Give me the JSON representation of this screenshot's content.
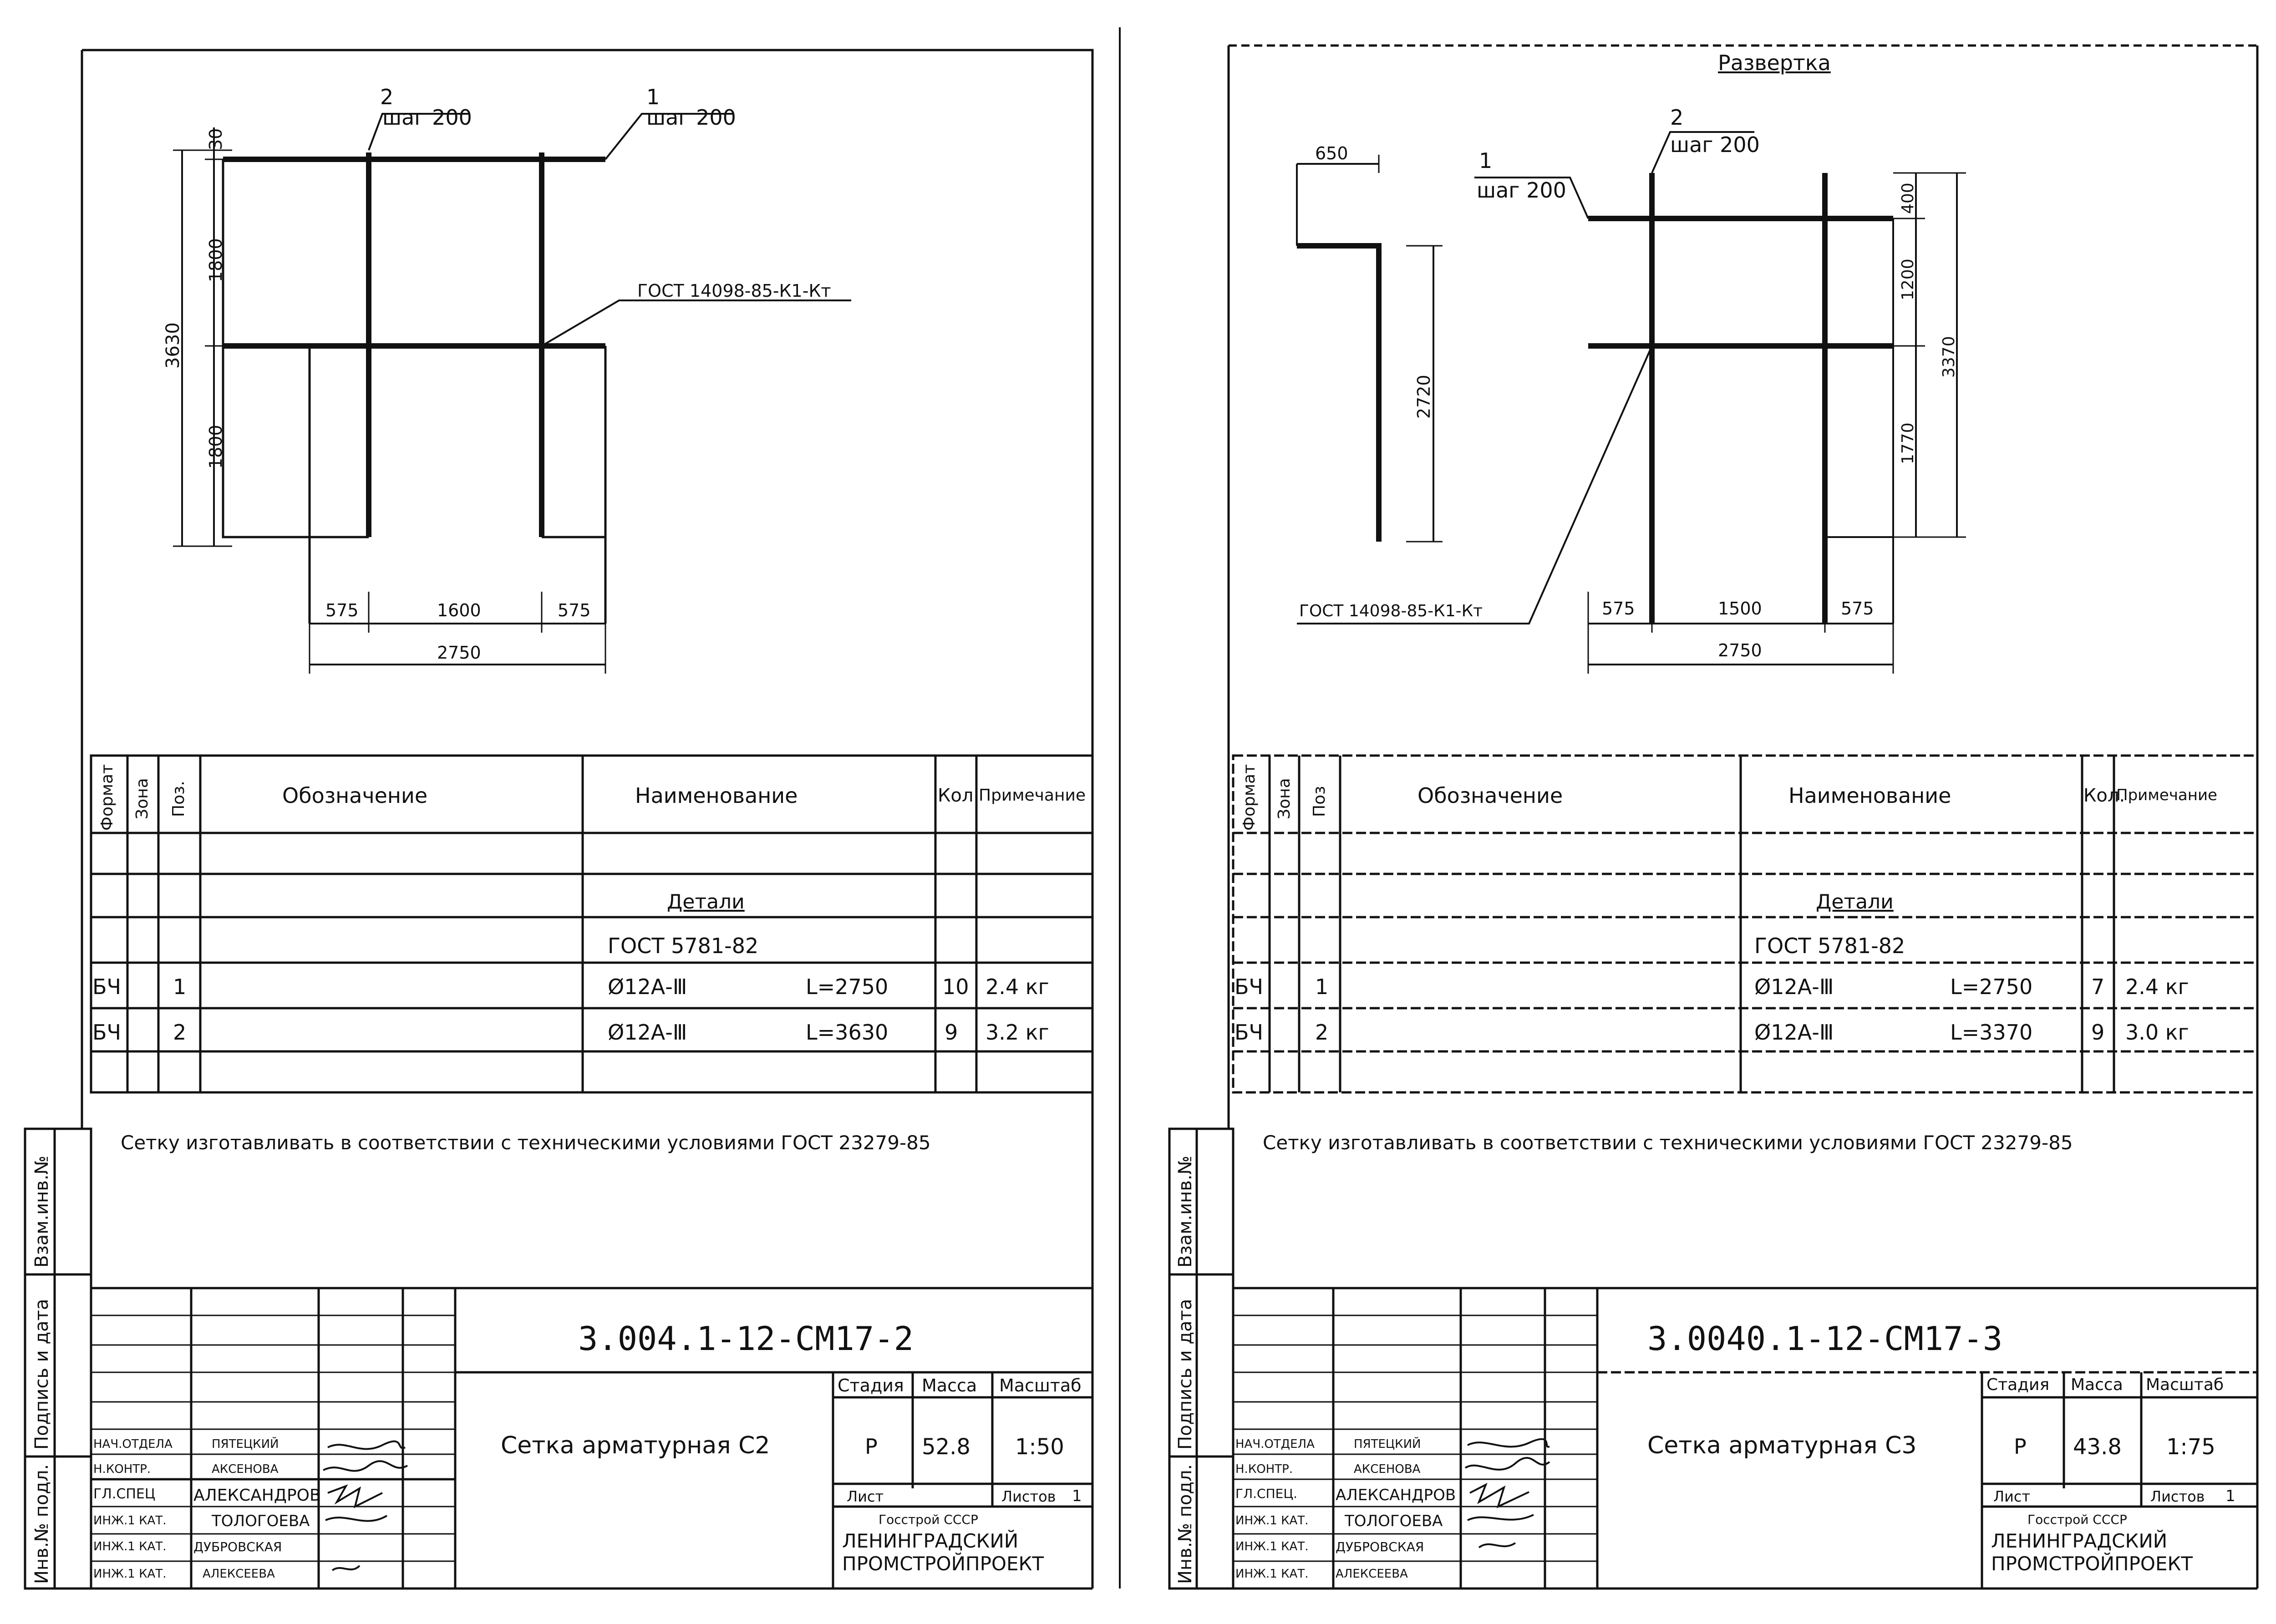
{
  "sheets": [
    {
      "id": "left",
      "top_marks": "",
      "drawing": {
        "title": "",
        "labels": {
          "pos2": "2",
          "pos2_step": "шаг 200",
          "pos1": "1",
          "pos1_step": "шаг 200",
          "gost_weld": "ГОСТ 14098-85-К1-Кт",
          "dim_30": "30",
          "dim_1800a": "1800",
          "dim_1800b": "1800",
          "dim_3630": "3630",
          "dim_575a": "575",
          "dim_1600": "1600",
          "dim_575b": "575",
          "dim_2750": "2750"
        }
      },
      "spec": {
        "headers": {
          "format": "Формат",
          "zone": "Зона",
          "pos": "Поз.",
          "designation": "Обозначение",
          "name": "Наименование",
          "qty": "Кол.",
          "note": "Примечание"
        },
        "section": "Детали",
        "standard": "ГОСТ 5781-82",
        "rows": [
          {
            "format": "БЧ",
            "pos": "1",
            "name": "Ø12А-Ⅲ",
            "length": "L=2750",
            "qty": "10",
            "note": "2.4 кг"
          },
          {
            "format": "БЧ",
            "pos": "2",
            "name": "Ø12А-Ⅲ",
            "length": "L=3630",
            "qty": "9",
            "note": "3.2 кг"
          }
        ]
      },
      "note": "Сетку изготавливать в соответствии с техническими условиями ГОСТ 23279-85",
      "side_labels": {
        "vzam": "Взам.инв.№",
        "podpis": "Подпись и дата",
        "inv_podl": "Инв.№ подл."
      },
      "stamp": {
        "code": "3.004.1-12-СМ17-2",
        "title": "Сетка арматурная С2",
        "stage_label": "Стадия",
        "mass_label": "Масса",
        "scale_label": "Масштаб",
        "stage": "Р",
        "mass": "52.8",
        "scale": "1:50",
        "sheet_label": "Лист",
        "sheets_label": "Листов",
        "sheets_count": "1",
        "org": [
          "Госстрой СССР",
          "ЛЕНИНГРАДСКИЙ",
          "ПРОМСТРОЙПРОЕКТ"
        ],
        "people": [
          {
            "role": "НАЧ.ОТДЕЛА",
            "name": "ПЯТЕЦКИЙ"
          },
          {
            "role": "Н.КОНТР.",
            "name": "АКСЕНОВА"
          },
          {
            "role": "ГЛ.СПЕЦ",
            "name": "АЛЕКСАНДРОВ"
          },
          {
            "role": "ИНЖ.1 КАТ.",
            "name": "ТОЛОГОЕВА"
          },
          {
            "role": "ИНЖ.1 КАТ.",
            "name": "ДУБРОВСКАЯ"
          },
          {
            "role": "ИНЖ.1 КАТ.",
            "name": "АЛЕКСЕЕВА"
          }
        ]
      }
    },
    {
      "id": "right",
      "top_marks": "",
      "drawing": {
        "title": "Развертка",
        "labels": {
          "dim_650": "650",
          "pos1": "1",
          "pos1_step": "шаг 200",
          "pos2": "2",
          "pos2_step": "шаг 200",
          "dim_2720": "2720",
          "dim_400": "400",
          "dim_1200": "1200",
          "dim_1770": "1770",
          "dim_3370": "3370",
          "gost_weld": "ГОСТ 14098-85-К1-Кт",
          "dim_575a": "575",
          "dim_1500": "1500",
          "dim_575b": "575",
          "dim_2750": "2750"
        }
      },
      "spec": {
        "headers": {
          "format": "Формат",
          "zone": "Зона",
          "pos": "Поз",
          "designation": "Обозначение",
          "name": "Наименование",
          "qty": "Кол.",
          "note": "Примечание"
        },
        "section": "Детали",
        "standard": "ГОСТ 5781-82",
        "rows": [
          {
            "format": "БЧ",
            "pos": "1",
            "name": "Ø12А-Ⅲ",
            "length": "L=2750",
            "qty": "7",
            "note": "2.4 кг"
          },
          {
            "format": "БЧ",
            "pos": "2",
            "name": "Ø12А-Ⅲ",
            "length": "L=3370",
            "qty": "9",
            "note": "3.0 кг"
          }
        ]
      },
      "note": "Сетку изготавливать в соответствии с техническими условиями ГОСТ 23279-85",
      "side_labels": {
        "vzam": "Взам.инв.№",
        "podpis": "Подпись и дата",
        "inv_podl": "Инв.№ подл."
      },
      "stamp": {
        "code": "3.0040.1-12-СМ17-3",
        "title": "Сетка арматурная С3",
        "stage_label": "Стадия",
        "mass_label": "Масса",
        "scale_label": "Масштаб",
        "stage": "Р",
        "mass": "43.8",
        "scale": "1:75",
        "sheet_label": "Лист",
        "sheets_label": "Листов",
        "sheets_count": "1",
        "org": [
          "Госстрой СССР",
          "ЛЕНИНГРАДСКИЙ",
          "ПРОМСТРОЙПРОЕКТ"
        ],
        "people": [
          {
            "role": "НАЧ.ОТДЕЛА",
            "name": "ПЯТЕЦКИЙ"
          },
          {
            "role": "Н.КОНТР.",
            "name": "АКСЕНОВА"
          },
          {
            "role": "ГЛ.СПЕЦ.",
            "name": "АЛЕКСАНДРОВ"
          },
          {
            "role": "ИНЖ.1 КАТ.",
            "name": "ТОЛОГОЕВА"
          },
          {
            "role": "ИНЖ.1 КАТ.",
            "name": "ДУБРОВСКАЯ"
          },
          {
            "role": "ИНЖ.1 КАТ.",
            "name": "АЛЕКСЕЕВА"
          }
        ]
      }
    }
  ]
}
